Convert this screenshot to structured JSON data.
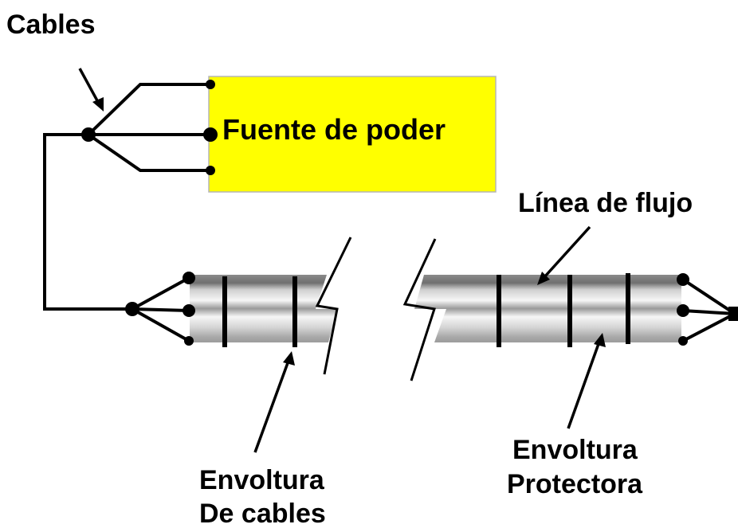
{
  "labels": {
    "cables": "Cables",
    "power_source": "Fuente de poder",
    "flow_line": "Línea de flujo",
    "cable_wrap_line1": "Envoltura",
    "cable_wrap_line2": "De cables",
    "protective_wrap_line1": "Envoltura",
    "protective_wrap_line2": "Protectora"
  },
  "colors": {
    "power_source_fill": "#ffff00",
    "pipe_dark": "#7a7a7a",
    "pipe_light": "#f4f4f4",
    "lines": "#000000"
  }
}
